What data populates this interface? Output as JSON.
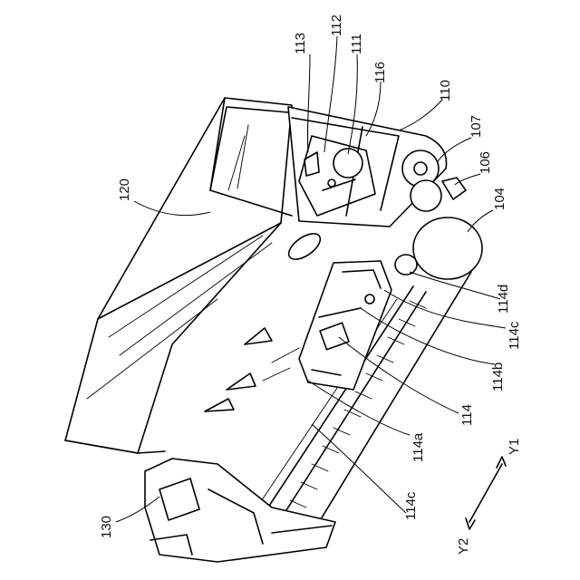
{
  "figure": {
    "labels": {
      "l113": "113",
      "l112": "112",
      "l111": "111",
      "l116": "116",
      "l110": "110",
      "l107": "107",
      "l106": "106",
      "l104": "104",
      "l120": "120",
      "l114d": "114d",
      "l114c_top": "114c",
      "l114b": "114b",
      "l114": "114",
      "l114a": "114a",
      "l114c_bottom": "114c",
      "l130": "130"
    },
    "axes": {
      "y1": "Y1",
      "y2": "Y2"
    }
  }
}
